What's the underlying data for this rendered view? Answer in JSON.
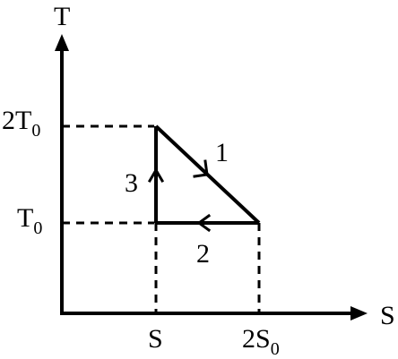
{
  "axes": {
    "y_axis_label": "T",
    "x_axis_label": "S"
  },
  "ticks": {
    "y_upper": {
      "base": "2T",
      "sub": "0"
    },
    "y_lower": {
      "base": "T",
      "sub": "0"
    },
    "x_left": {
      "base": "S",
      "sub": ""
    },
    "x_right": {
      "base": "2S",
      "sub": "0"
    }
  },
  "process_labels": {
    "p1": "1",
    "p2": "2",
    "p3": "3"
  },
  "colors": {
    "line": "#000000",
    "background": "#ffffff"
  }
}
